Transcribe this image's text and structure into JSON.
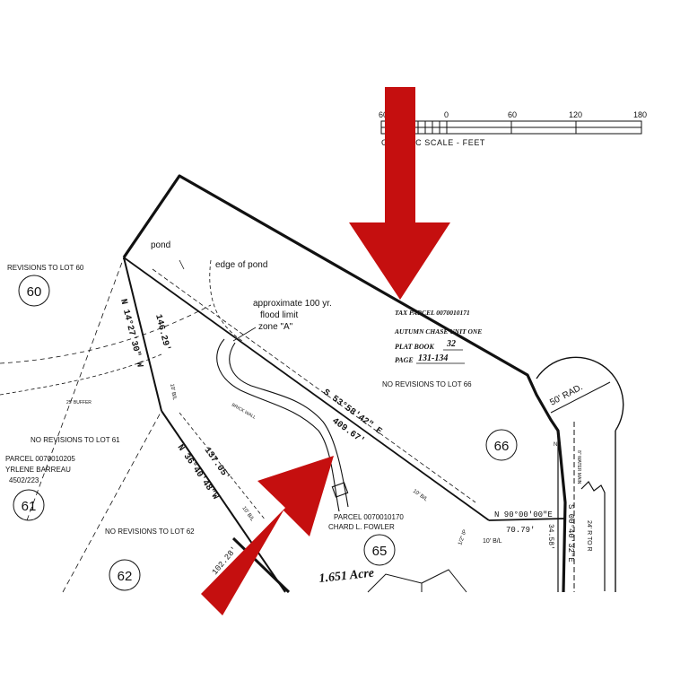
{
  "scale_bar": {
    "ticks": [
      "60",
      "0",
      "60",
      "120",
      "180"
    ],
    "caption": "GRAPHIC SCALE - FEET",
    "caption_visible": "C   C SCALE - FEET"
  },
  "labels": {
    "pond": "pond",
    "edge_of_pond": "edge of pond",
    "flood_line1": "approximate 100 yr.",
    "flood_line2": "flood limit",
    "flood_line3": "zone \"A\"",
    "rev_lot_60": "REVISIONS TO LOT 60",
    "rev_lot_61": "NO REVISIONS TO LOT 61",
    "rev_lot_62": "NO REVISIONS TO LOT 62",
    "rev_lot_66": "NO REVISIONS TO LOT 66",
    "parcel_61_line1": "PARCEL 0070010205",
    "parcel_61_line2": "YRLENE BARREAU",
    "parcel_61_line3": "4502/223",
    "tax_parcel": "TAX PARCEL 0070010171",
    "subdivision": "AUTUMN CHASE UNIT ONE",
    "plat_book_label": "PLAT BOOK",
    "plat_book_value": "32",
    "page_label": "PAGE",
    "page_value": "131-134",
    "parcel_65_line1": "PARCEL 0070010170",
    "parcel_65_line2": "CHARD L. FOWLER",
    "acreage": "1.651 Acre",
    "buffer": "25' BUFFER",
    "brick_wall": "BRICK WALL",
    "bl_10_left": "10' B/L",
    "bl_10_bottom": "10' B/L",
    "bl_10_right": "10' B/L",
    "bl_10_side": "10' B/L",
    "radius": "50' RAD.",
    "water_main": "8\" WATER MAIN",
    "right_of_way": "24' R TO R",
    "station": "N",
    "half_dot": "1/2\" IP"
  },
  "bearings": {
    "north_line": "N 14°27'30\" W",
    "north_dist": "146.29'",
    "diag_line": "S 53°58'42\" E",
    "diag_dist": "409.67'",
    "sw_line": "N 36°40'48\"W",
    "sw_dist": "137.05'",
    "sw_dist2": "102.28'",
    "south_line": "N 90°00'00\"E",
    "south_dist": "70.79'",
    "east_line": "S 00°40'32\"E",
    "east_dist": "34.58'"
  },
  "lots": {
    "lot_60": "60",
    "lot_61": "61",
    "lot_62": "62",
    "lot_65": "65",
    "lot_66": "66"
  },
  "colors": {
    "arrow": "#c50f0f",
    "line": "#111111"
  }
}
